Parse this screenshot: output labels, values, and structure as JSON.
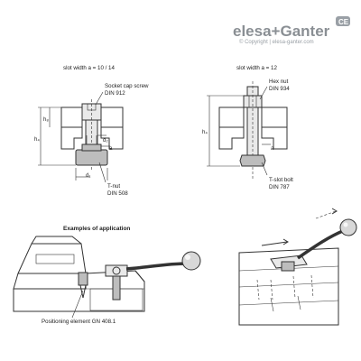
{
  "brand": {
    "name": "elesa+Ganter",
    "ce_mark": "CE",
    "copyright": "© Copyright | elesa-ganter.com"
  },
  "left_figure": {
    "heading": "slot width a = 10 / 14",
    "screw_label_1": "Socket cap screw",
    "screw_label_2": "DIN 912",
    "dim_h8": "h₈",
    "dim_h4": "h₄",
    "dim_d2": "d₂",
    "dim_a": "a",
    "dim_d1": "d₁",
    "nut_label_1": "T-nut",
    "nut_label_2": "DIN 508"
  },
  "right_figure": {
    "heading": "slot width a = 12",
    "nut_label_1": "Hex nut",
    "nut_label_2": "DIN 934",
    "dim_h4": "h₄",
    "dim_a": "a",
    "bolt_label_1": "T-slot bolt",
    "bolt_label_2": "DIN 787"
  },
  "application": {
    "heading": "Examples of application",
    "positioning_label": "Positioning element GN 408.1"
  }
}
